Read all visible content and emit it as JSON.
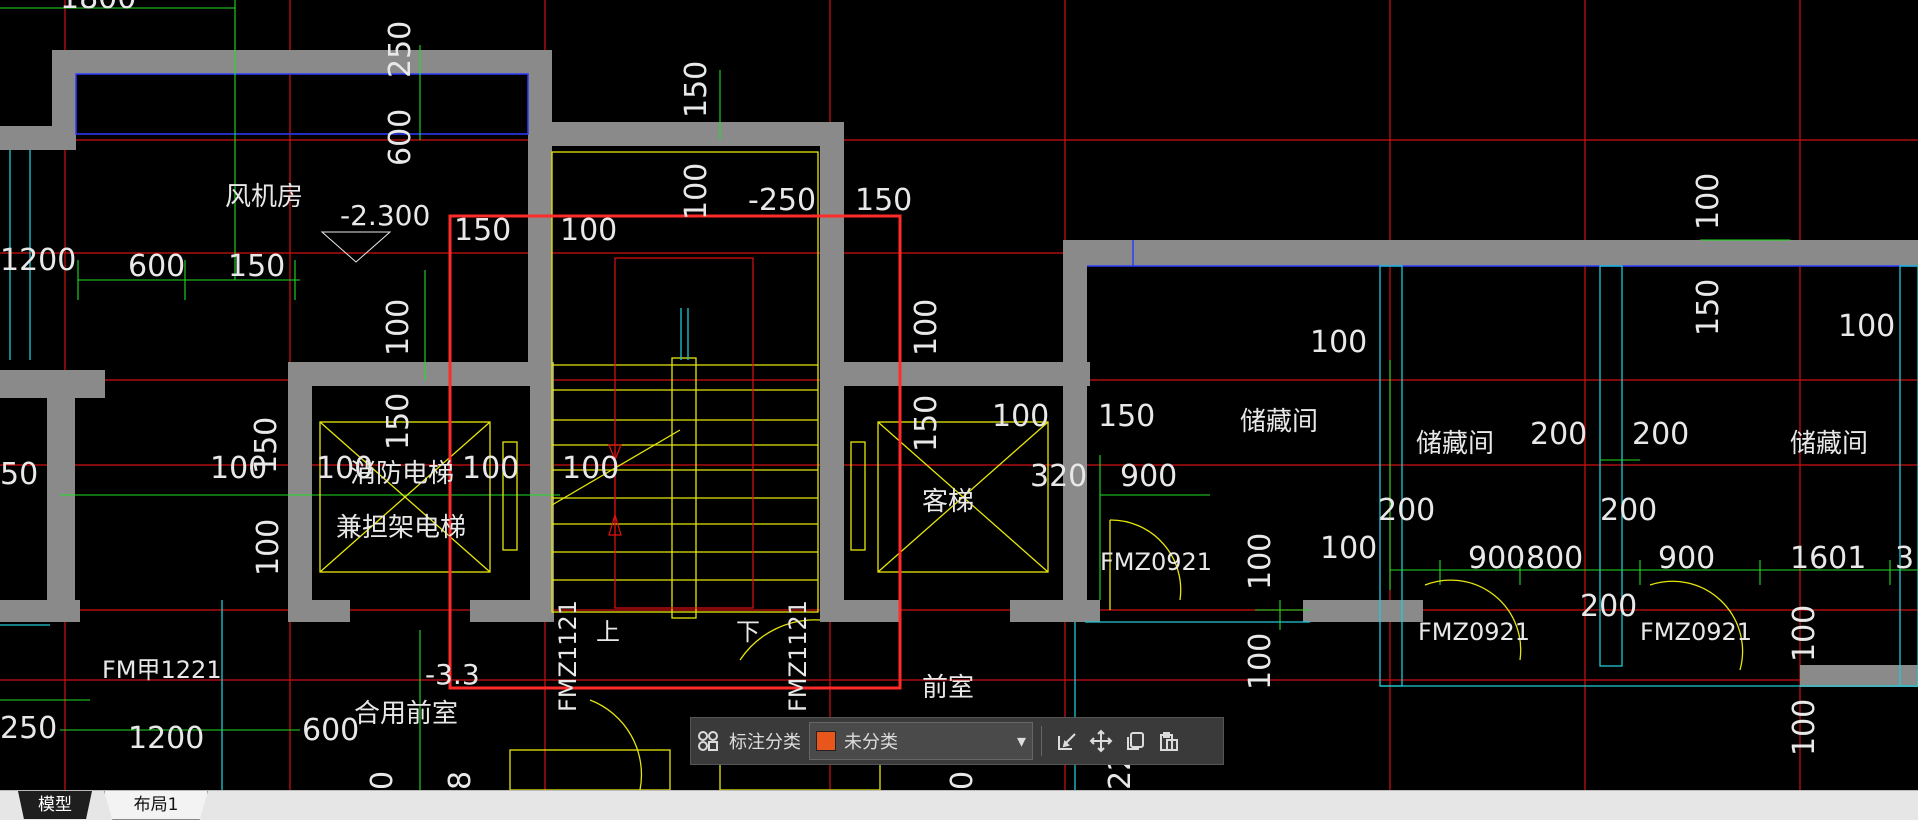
{
  "drawing": {
    "room_labels": [
      "风机房",
      "消防电梯",
      "兼担架电梯",
      "客梯",
      "储藏间",
      "储藏间",
      "储藏间",
      "合用前室",
      "前室"
    ],
    "stair_labels": [
      "上",
      "下"
    ],
    "door_tags": [
      "FMZ0921",
      "FMZ0921",
      "FMZ0921",
      "FM甲1221",
      "FMZ1121",
      "FMZ1121"
    ],
    "elevations": [
      "-2.300",
      "-3.3"
    ],
    "dimensions": [
      "1800",
      "250",
      "600",
      "150",
      "100",
      "150",
      "100",
      "150",
      "-250",
      "1200",
      "600",
      "150",
      "100",
      "150",
      "100",
      "150",
      "100",
      "100",
      "100",
      "100",
      "100",
      "100",
      "150",
      "320",
      "900",
      "100",
      "200",
      "200",
      "200",
      "200",
      "100",
      "900",
      "800",
      "900",
      "1601",
      "3",
      "100",
      "100",
      "200",
      "100",
      "100",
      "250",
      "1200",
      "600",
      "0",
      "8",
      "0",
      "22",
      "150",
      "100",
      "50"
    ]
  },
  "selection_box": {
    "color": "#ff2a2a"
  },
  "toolbar": {
    "grid_icon": "grid-icon",
    "label": "标注分类",
    "category_value": "未分类",
    "category_color": "#e8561c",
    "actions": [
      "edit-icon",
      "move-icon",
      "copy-icon",
      "paste-icon"
    ]
  },
  "tabs": [
    {
      "label": "模型",
      "active": true
    },
    {
      "label": "布局1",
      "active": false
    }
  ]
}
